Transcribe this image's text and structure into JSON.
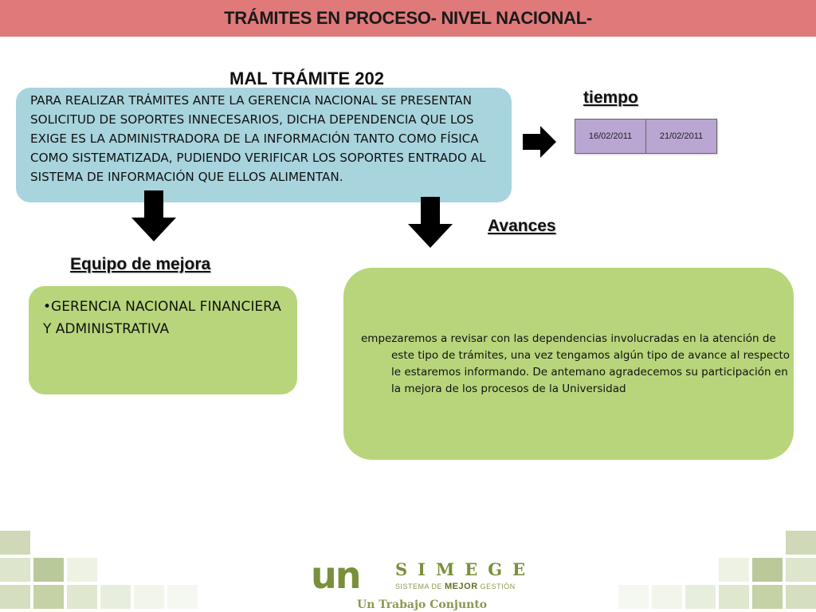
{
  "header": {
    "title": "TRÁMITES EN PROCESO- NIVEL NACIONAL-"
  },
  "subtitle": "MAL TRÁMITE 202",
  "problem": {
    "text": "PARA REALIZAR TRÁMITES ANTE LA GERENCIA NACIONAL SE PRESENTAN SOLICITUD DE SOPORTES INNECESARIOS, DICHA DEPENDENCIA QUE LOS EXIGE ES LA ADMINISTRADORA DE LA INFORMACIÓN TANTO COMO FÍSICA COMO SISTEMATIZADA, PUDIENDO VERIFICAR LOS SOPORTES ENTRADO AL SISTEMA DE INFORMACIÓN QUE ELLOS ALIMENTAN."
  },
  "tiempo": {
    "heading": "tiempo",
    "dates": [
      "16/02/2011",
      "21/02/2011"
    ]
  },
  "avances": {
    "heading": "Avances",
    "text": "empezaremos a revisar con las dependencias involucradas en la atención de este tipo de trámites, una vez tengamos algún tipo de avance al respecto le estaremos informando. De antemano agradecemos su participación en la mejora de los procesos de la Universidad"
  },
  "equipo": {
    "heading": "Equipo de mejora",
    "item": "•GERENCIA NACIONAL FINANCIERA Y ADMINISTRATIVA"
  },
  "logo": {
    "mark": "un",
    "brand": "SIMEGE",
    "subtitle_pre": "SISTEMA DE ",
    "subtitle_strong": "MEJOR",
    "subtitle_post": " GESTIÓN",
    "tagline": "Un Trabajo Conjunto"
  },
  "colors": {
    "header_bar": "#e07a7a",
    "problem_box": "#a8d4de",
    "green_box": "#b8d57b",
    "date_cells": "#b9a6d2",
    "logo_green": "#7a8f3a"
  },
  "icons": [
    "arrow-down-icon",
    "arrow-right-icon"
  ]
}
